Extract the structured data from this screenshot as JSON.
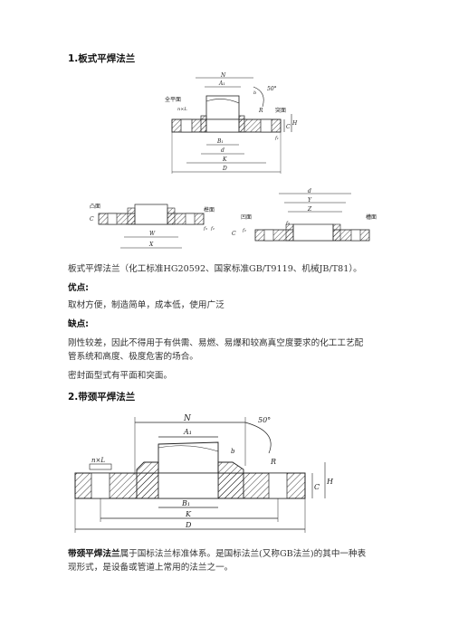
{
  "section1": {
    "heading": "1.板式平焊法兰",
    "caption": "板式平焊法兰（化工标准HG20592、国家标准GB/T9119、机械JB/T81）。",
    "pros_title": "优点:",
    "pros_text": "取材方便，制造简单，成本低，使用广泛",
    "cons_title": "缺点:",
    "cons_line1": "刚性较差，因此不得用于有供需、易燃、易爆和较高真空度要求的化工工艺配",
    "cons_line2": "管系统和高度、极度危害的场合。",
    "seal_text": "密封面型式有平面和突面。"
  },
  "section2": {
    "heading": "2.带颈平焊法兰",
    "desc_bold": "带颈平焊法兰",
    "desc_rest": "属于国标法兰标准体系。是国标法兰(又称GB法兰)的其中一种表",
    "desc_line2": "现形式，是设备或管道上常用的法兰之一。"
  },
  "fig1": {
    "labels": {
      "N": "N",
      "A1": "A₁",
      "b": "b",
      "angle": "50°",
      "full_plane": "全平面",
      "nL": "n×L",
      "R": "R",
      "raised": "突面",
      "H": "H",
      "f1": "f₁",
      "C": "C",
      "B1": "B₁",
      "d": "d",
      "K": "K",
      "D": "D"
    }
  },
  "fig2": {
    "labels": {
      "convex": "凸面",
      "tenon": "榫面",
      "C": "C",
      "f2": "f₂",
      "f3": "f₃",
      "W": "W",
      "X": "X"
    }
  },
  "fig3": {
    "labels": {
      "d": "d",
      "Y": "Y",
      "Z": "Z",
      "concave": "凹面",
      "groove": "槽面",
      "C": "C",
      "f2": "f₂",
      "f3": "f₃"
    }
  },
  "fig4": {
    "labels": {
      "N": "N",
      "angle": "50°",
      "A1": "A₁",
      "b": "b",
      "nL": "n×L",
      "R": "R",
      "C": "C",
      "H": "H",
      "B1": "B₁",
      "K": "K",
      "D": "D"
    }
  }
}
